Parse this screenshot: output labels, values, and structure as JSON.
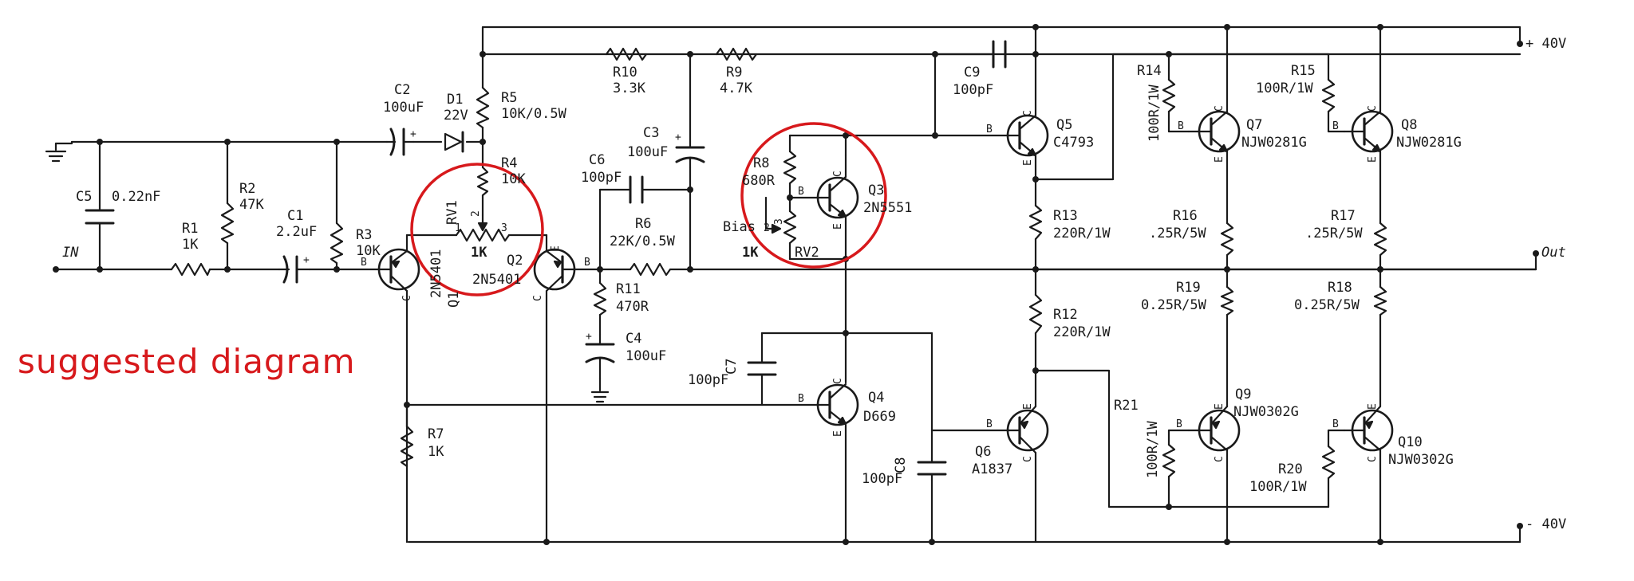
{
  "note": "suggested diagram",
  "colors": {
    "wire": "#1a1a1a",
    "highlight": "#d7191c",
    "background": "#ffffff"
  },
  "nets": {
    "vpos": "+ 40V",
    "vneg": "- 40V",
    "input": "IN",
    "output": "Out"
  },
  "resistors": {
    "R1": {
      "ref": "R1",
      "value": "1K"
    },
    "R2": {
      "ref": "R2",
      "value": "47K"
    },
    "R3": {
      "ref": "R3",
      "value": "10K"
    },
    "R4": {
      "ref": "R4",
      "value": "10K"
    },
    "R5": {
      "ref": "R5",
      "value": "10K/0.5W"
    },
    "R6": {
      "ref": "R6",
      "value": "22K/0.5W"
    },
    "R7": {
      "ref": "R7",
      "value": "1K"
    },
    "R8": {
      "ref": "R8",
      "value": "680R"
    },
    "R9": {
      "ref": "R9",
      "value": "4.7K"
    },
    "R10": {
      "ref": "R10",
      "value": "3.3K"
    },
    "R11": {
      "ref": "R11",
      "value": "470R"
    },
    "R12": {
      "ref": "R12",
      "value": "220R/1W"
    },
    "R13": {
      "ref": "R13",
      "value": "220R/1W"
    },
    "R14": {
      "ref": "R14",
      "value": "100R/1W"
    },
    "R15": {
      "ref": "R15",
      "value": "100R/1W"
    },
    "R16": {
      "ref": "R16",
      "value": ".25R/5W"
    },
    "R17": {
      "ref": "R17",
      "value": ".25R/5W"
    },
    "R18": {
      "ref": "R18",
      "value": "0.25R/5W"
    },
    "R19": {
      "ref": "R19",
      "value": "0.25R/5W"
    },
    "R20": {
      "ref": "R20",
      "value": "100R/1W"
    },
    "R21": {
      "ref": "R21",
      "value": "100R/1W"
    }
  },
  "capacitors": {
    "C1": {
      "ref": "C1",
      "value": "2.2uF"
    },
    "C2": {
      "ref": "C2",
      "value": "100uF"
    },
    "C3": {
      "ref": "C3",
      "value": "100uF"
    },
    "C4": {
      "ref": "C4",
      "value": "100uF"
    },
    "C5": {
      "ref": "C5",
      "value": "0.22nF"
    },
    "C6": {
      "ref": "C6",
      "value": "100pF"
    },
    "C7": {
      "ref": "C7",
      "value": "100pF"
    },
    "C8": {
      "ref": "C8",
      "value": "100pF"
    },
    "C9": {
      "ref": "C9",
      "value": "100pF"
    }
  },
  "diodes": {
    "D1": {
      "ref": "D1",
      "value": "22V"
    }
  },
  "pots": {
    "RV1": {
      "ref": "RV1",
      "value": "1K"
    },
    "RV2": {
      "ref": "RV2",
      "value": "1K",
      "label": "Bias"
    }
  },
  "transistors": {
    "Q1": {
      "ref": "Q1",
      "part": "2N5401"
    },
    "Q2": {
      "ref": "Q2",
      "part": "2N5401"
    },
    "Q3": {
      "ref": "Q3",
      "part": "2N5551"
    },
    "Q4": {
      "ref": "Q4",
      "part": "D669"
    },
    "Q5": {
      "ref": "Q5",
      "part": "C4793"
    },
    "Q6": {
      "ref": "Q6",
      "part": "A1837"
    },
    "Q7": {
      "ref": "Q7",
      "part": "NJW0281G"
    },
    "Q8": {
      "ref": "Q8",
      "part": "NJW0281G"
    },
    "Q9": {
      "ref": "Q9",
      "part": "NJW0302G"
    },
    "Q10": {
      "ref": "Q10",
      "part": "NJW0302G"
    }
  },
  "pins": {
    "b": "B",
    "c": "C",
    "e": "E",
    "p1": "1",
    "p2": "2",
    "p3": "3"
  },
  "polarity": {
    "plus": "+"
  }
}
